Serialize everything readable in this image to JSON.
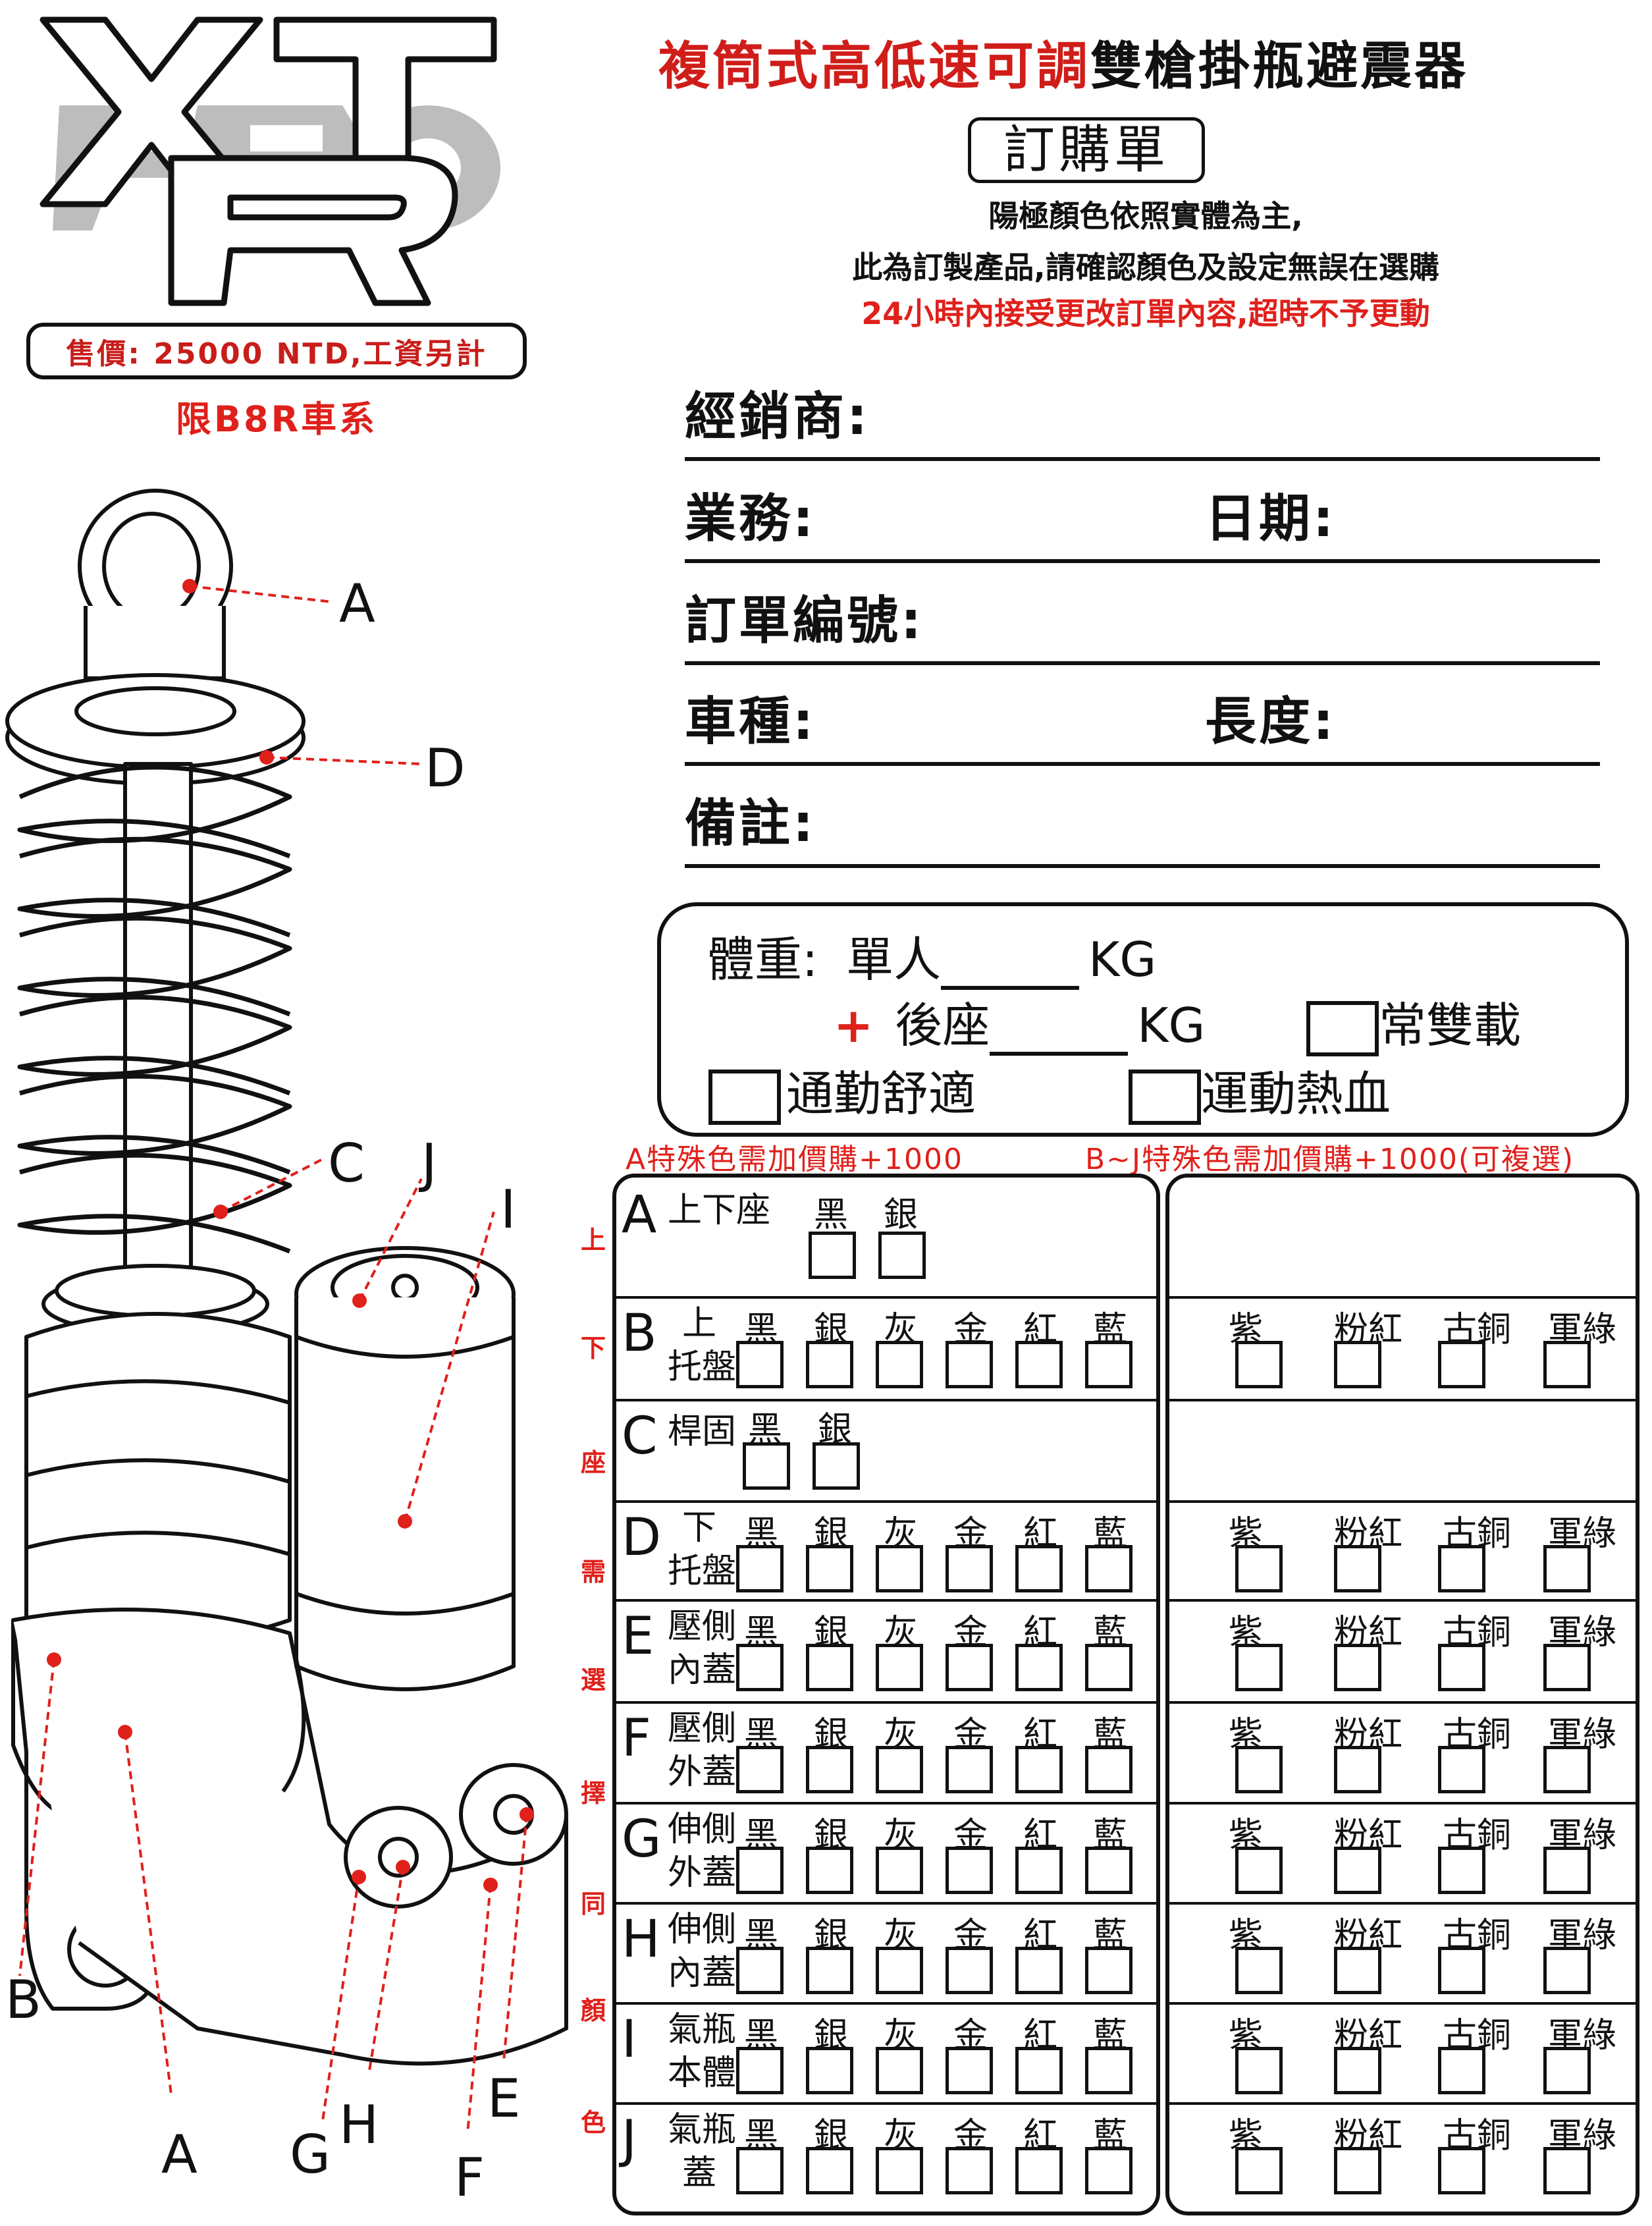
{
  "brand": {
    "logo_text": "XTR PRO"
  },
  "price_label": "售價: 25000 NTD,工資另計",
  "limit_label": "限B8R車系",
  "title": {
    "part1": "複筒式高低速可調",
    "part2": "雙槍掛瓶避震器"
  },
  "order_form_title": "訂購單",
  "notes": {
    "line1": "陽極顏色依照實體為主,",
    "line2": "此為訂製產品,請確認顏色及設定無誤在選購",
    "line3": "24小時內接受更改訂單內容,超時不予更動"
  },
  "form": {
    "dealer": "經銷商:",
    "sales": "業務:",
    "date": "日期:",
    "order_no": "訂單編號:",
    "vehicle": "車種:",
    "length": "長度:",
    "remark": "備註:"
  },
  "weight": {
    "label": "體重:",
    "single": "單人",
    "unit": "KG",
    "plus": "+",
    "rear": "後座",
    "opt_double": "常雙載",
    "opt_commute": "通勤舒適",
    "opt_sport": "運動熱血"
  },
  "surcharge": {
    "a": "A特殊色需加價購+1000",
    "bj": "B~J特殊色需加價購+1000(可複選)"
  },
  "side_vertical_text": [
    "上",
    "下",
    "座",
    "需",
    "選",
    "擇",
    "同",
    "顏",
    "色"
  ],
  "callouts": [
    "A",
    "D",
    "C",
    "J",
    "I",
    "B",
    "A",
    "G",
    "H",
    "F",
    "E"
  ],
  "colors": {
    "basic": [
      "黑",
      "銀",
      "灰",
      "金",
      "紅",
      "藍"
    ],
    "extra": [
      "紫",
      "粉紅",
      "古銅",
      "軍綠"
    ]
  },
  "rows": [
    {
      "letter": "A",
      "label1": "上下座",
      "label2": "",
      "options": [
        "黑",
        "銀"
      ]
    },
    {
      "letter": "B",
      "label1": "上",
      "label2": "托盤"
    },
    {
      "letter": "C",
      "label1": "桿固",
      "label2": "",
      "options": [
        "黑",
        "銀"
      ]
    },
    {
      "letter": "D",
      "label1": "下",
      "label2": "托盤"
    },
    {
      "letter": "E",
      "label1": "壓側",
      "label2": "內蓋"
    },
    {
      "letter": "F",
      "label1": "壓側",
      "label2": "外蓋"
    },
    {
      "letter": "G",
      "label1": "伸側",
      "label2": "外蓋"
    },
    {
      "letter": "H",
      "label1": "伸側",
      "label2": "內蓋"
    },
    {
      "letter": "I",
      "label1": "氣瓶",
      "label2": "本體"
    },
    {
      "letter": "J",
      "label1": "氣瓶",
      "label2": "蓋"
    }
  ]
}
